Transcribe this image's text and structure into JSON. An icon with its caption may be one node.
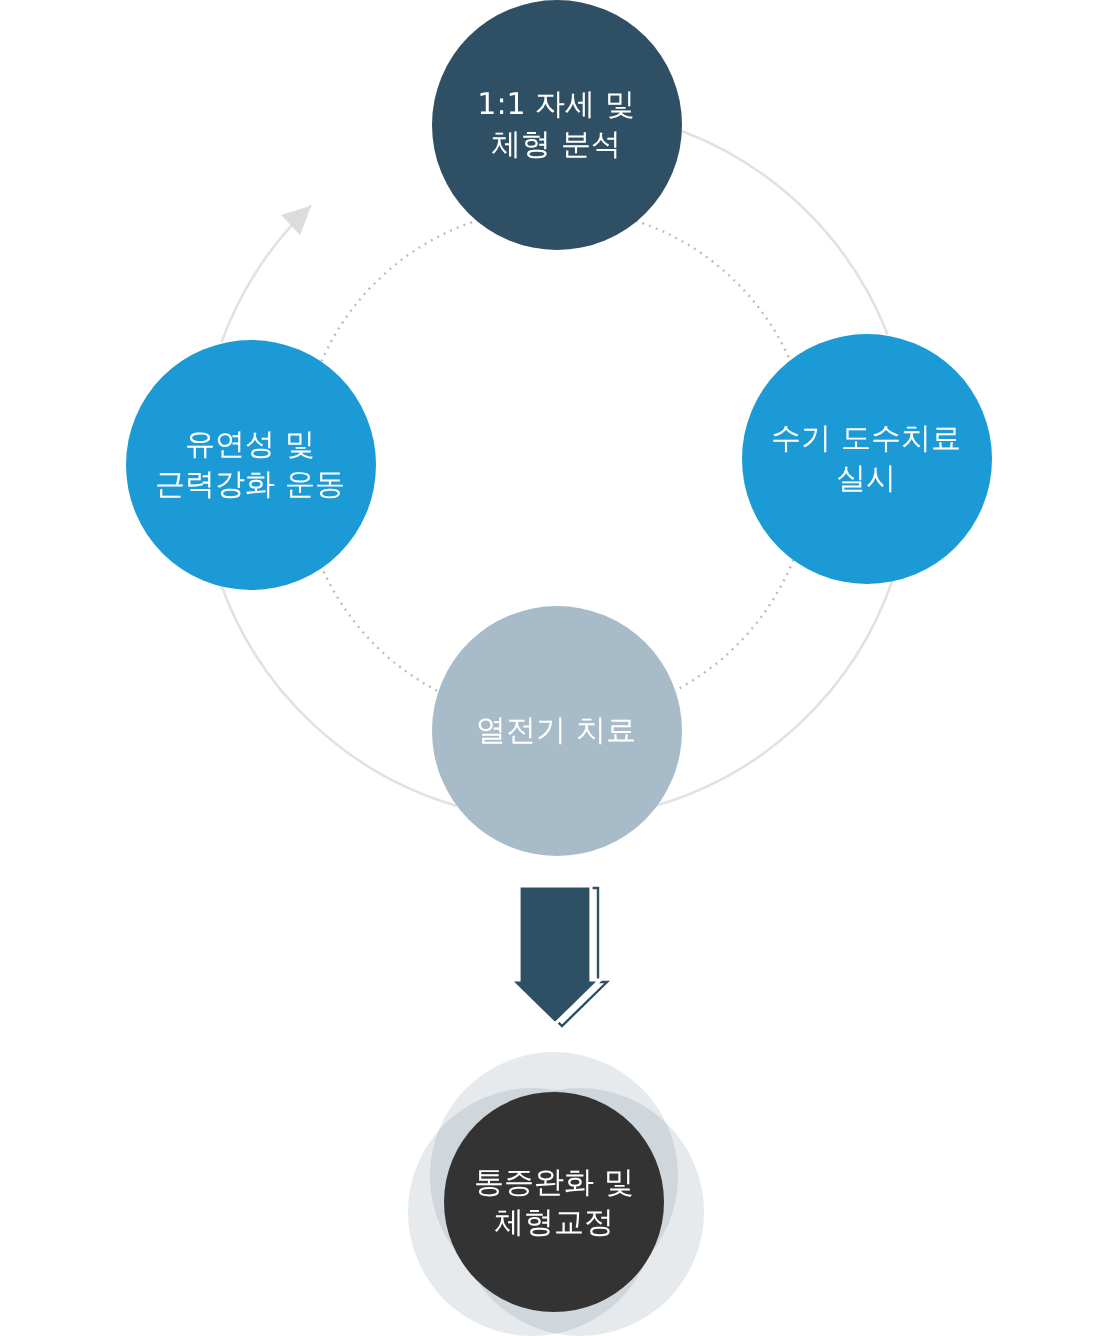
{
  "diagram": {
    "nodes": [
      {
        "text": [
          "1:1 자세 및 체형 분석"
        ]
      },
      {
        "text": [
          "유연성 및 근력강화 운동"
        ]
      },
      {
        "text": [
          "수기 도수치료 실시"
        ]
      },
      {
        "text": [
          "열전기 치료"
        ]
      },
      {
        "text": [
          "통증완화 및 체형교정"
        ]
      }
    ],
    "edges": [
      {
        "from": 0,
        "to": 2,
        "arrow": "none"
      },
      {
        "from": 2,
        "to": 3,
        "arrow": "none"
      },
      {
        "from": 3,
        "to": 1,
        "arrow": "none"
      },
      {
        "from": 1,
        "to": 0,
        "arrow": "to"
      },
      {
        "from": 3,
        "to": 4,
        "arrow": "to",
        "style": "thick",
        "color": "#2e5064"
      },
      {
        "from": 0,
        "to": 2,
        "arrow": "none",
        "style": "dashed",
        "color": "#bdbdbd"
      },
      {
        "from": 2,
        "to": 3,
        "arrow": "none",
        "style": "dashed",
        "color": "#bdbdbd"
      },
      {
        "from": 3,
        "to": 1,
        "arrow": "none",
        "style": "dashed",
        "color": "#bdbdbd"
      },
      {
        "from": 1,
        "to": 0,
        "arrow": "none",
        "style": "dashed",
        "color": "#bdbdbd"
      }
    ]
  }
}
